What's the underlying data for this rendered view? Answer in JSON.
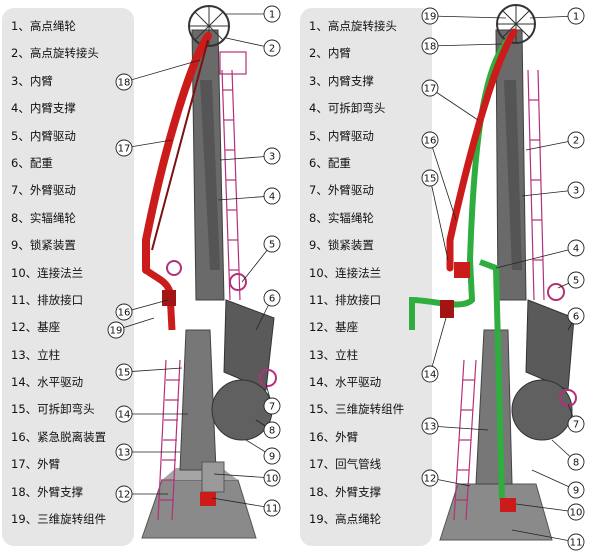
{
  "left": {
    "legend": [
      "1、高点绳轮",
      "2、高点旋转接头",
      "3、内臂",
      "4、内臂支撑",
      "5、内臂驱动",
      "6、配重",
      "7、外臂驱动",
      "8、实辐绳轮",
      "9、锁紧装置",
      "10、连接法兰",
      "11、排放接口",
      "12、基座",
      "13、立柱",
      "14、水平驱动",
      "15、可拆卸弯头",
      "16、紧急脱离装置",
      "17、外臂",
      "18、外臂支撑",
      "19、三维旋转组件"
    ],
    "callouts": [
      "1",
      "2",
      "3",
      "4",
      "5",
      "6",
      "7",
      "8",
      "9",
      "10",
      "11",
      "12",
      "13",
      "14",
      "15",
      "16",
      "17",
      "18",
      "19"
    ]
  },
  "right": {
    "legend": [
      "1、高点旋转接头",
      "2、内臂",
      "3、内臂支撑",
      "4、可拆卸弯头",
      "5、内臂驱动",
      "6、配重",
      "7、外臂驱动",
      "8、实辐绳轮",
      "9、锁紧装置",
      "10、连接法兰",
      "11、排放接口",
      "12、基座",
      "13、立柱",
      "14、水平驱动",
      "15、三维旋转组件",
      "16、外臂",
      "17、回气管线",
      "18、外臂支撑",
      "19、高点绳轮"
    ],
    "callouts": [
      "1",
      "2",
      "3",
      "4",
      "5",
      "6",
      "7",
      "8",
      "9",
      "10",
      "11",
      "12",
      "13",
      "14",
      "15",
      "16",
      "17",
      "18",
      "19"
    ]
  },
  "colors": {
    "panel": "#e6e6e6",
    "steel": "#6f6f6f",
    "steel_dark": "#4a4a4a",
    "red_arm": "#cc1b1b",
    "green_line": "#2fae3f",
    "purple_ladder": "#b3307a"
  }
}
